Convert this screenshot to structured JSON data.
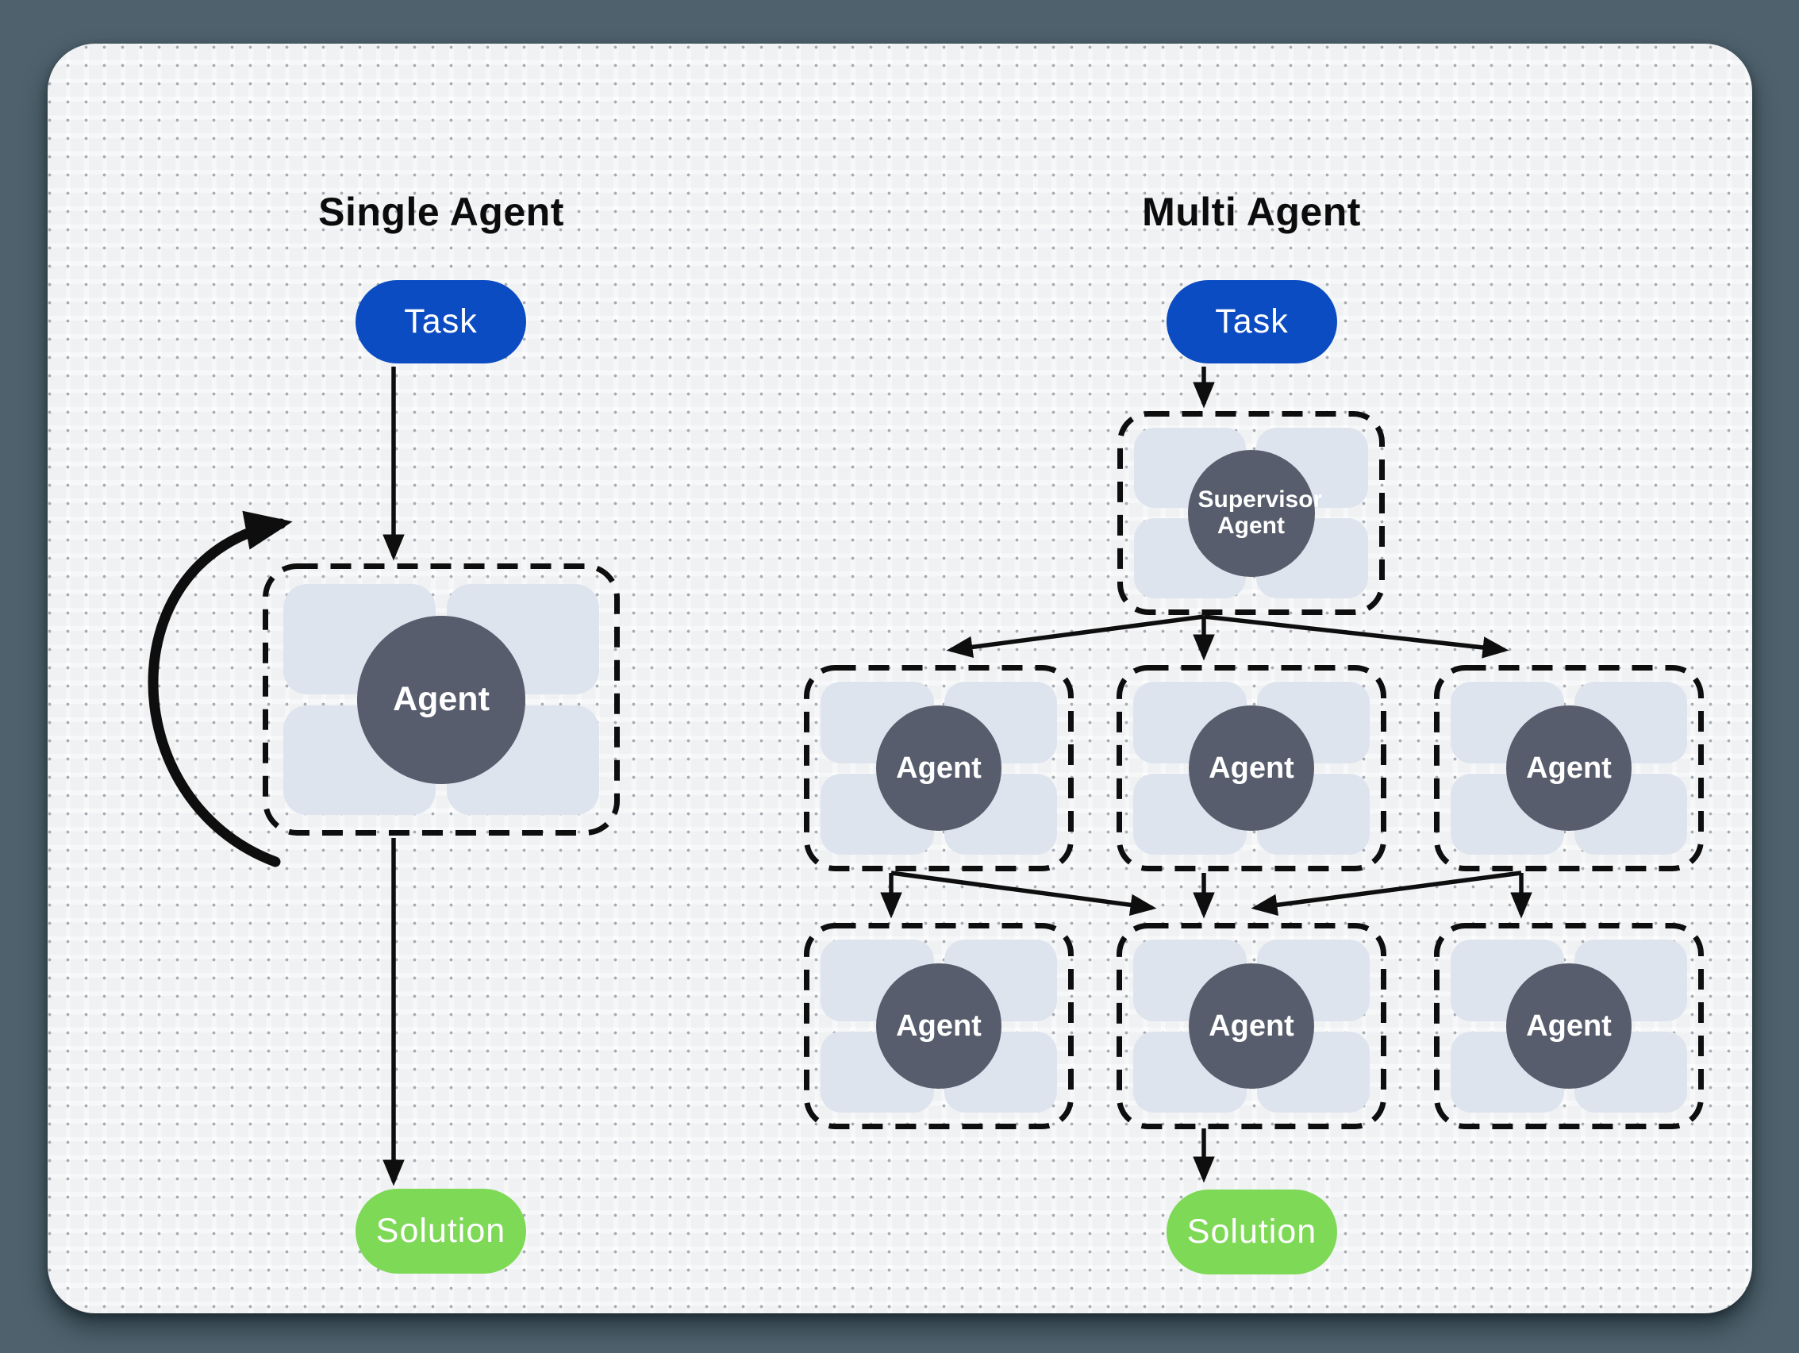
{
  "colors": {
    "page_background": "#4e616c",
    "canvas_background": "#fdfdfd",
    "dot_grid": "#a7acb4",
    "task_blue": "#0b4cc2",
    "solution_green": "#7ed957",
    "agent_circle_slate": "#575d6c",
    "tool_tile_gray": "#dee4ee",
    "arrow_black": "#0e0e0e"
  },
  "single": {
    "title": "Single Agent",
    "task_label": "Task",
    "agent_label": "Agent",
    "solution_label": "Solution"
  },
  "multi": {
    "title": "Multi Agent",
    "task_label": "Task",
    "supervisor_label": "Supervisor Agent",
    "workers_row1": [
      {
        "label": "Agent"
      },
      {
        "label": "Agent"
      },
      {
        "label": "Agent"
      }
    ],
    "workers_row2": [
      {
        "label": "Agent"
      },
      {
        "label": "Agent"
      },
      {
        "label": "Agent"
      }
    ],
    "solution_label": "Solution"
  }
}
